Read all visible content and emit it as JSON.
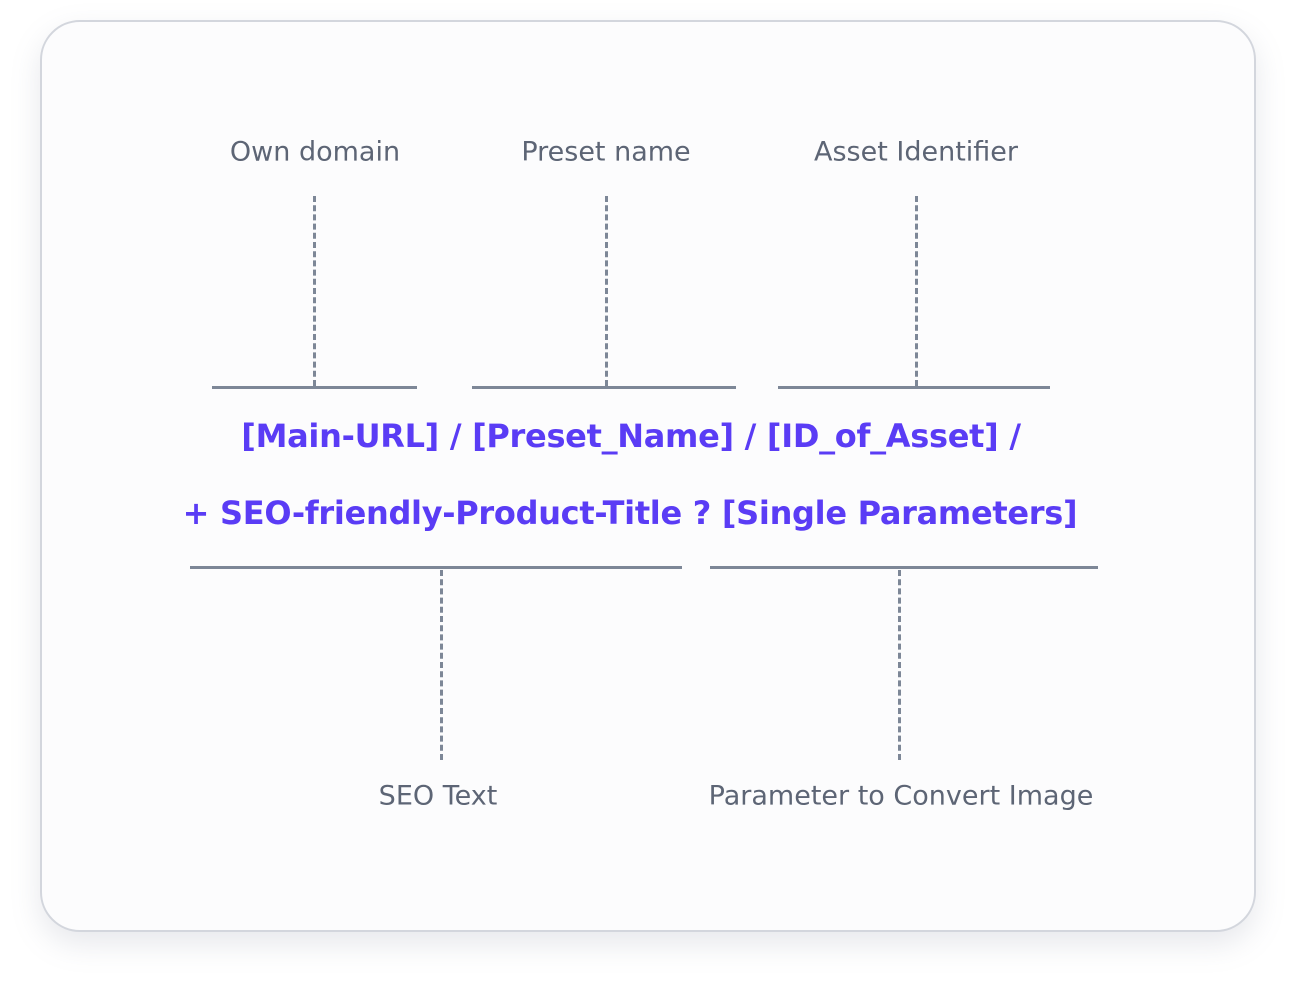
{
  "top_labels": {
    "own_domain": "Own domain",
    "preset_name": "Preset name",
    "asset_identifier": "Asset Identifier"
  },
  "url": {
    "line1": "[Main-URL] / [Preset_Name] / [ID_of_Asset] /",
    "line2": "+ SEO-friendly-Product-Title ? [Single Parameters]"
  },
  "bottom_labels": {
    "seo_text": "SEO Text",
    "parameter": "Parameter to Convert Image"
  },
  "colors": {
    "accent": "#5a3cf5",
    "line": "#7d8797",
    "label": "#5d6575"
  }
}
